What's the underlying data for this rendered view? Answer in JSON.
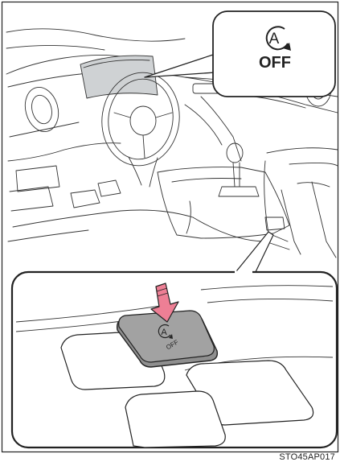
{
  "indicator": {
    "icon": "auto-stop-start-icon",
    "letter": "A",
    "label": "OFF"
  },
  "switch": {
    "icon": "auto-stop-start-icon",
    "letter": "A",
    "label": "OFF"
  },
  "press_arrow": {
    "color": "#ee7f95"
  },
  "figure_code": "STO45AP017",
  "colors": {
    "line": "#222222",
    "button_fill": "#9d9d9d",
    "arrow": "#ee7f95"
  }
}
